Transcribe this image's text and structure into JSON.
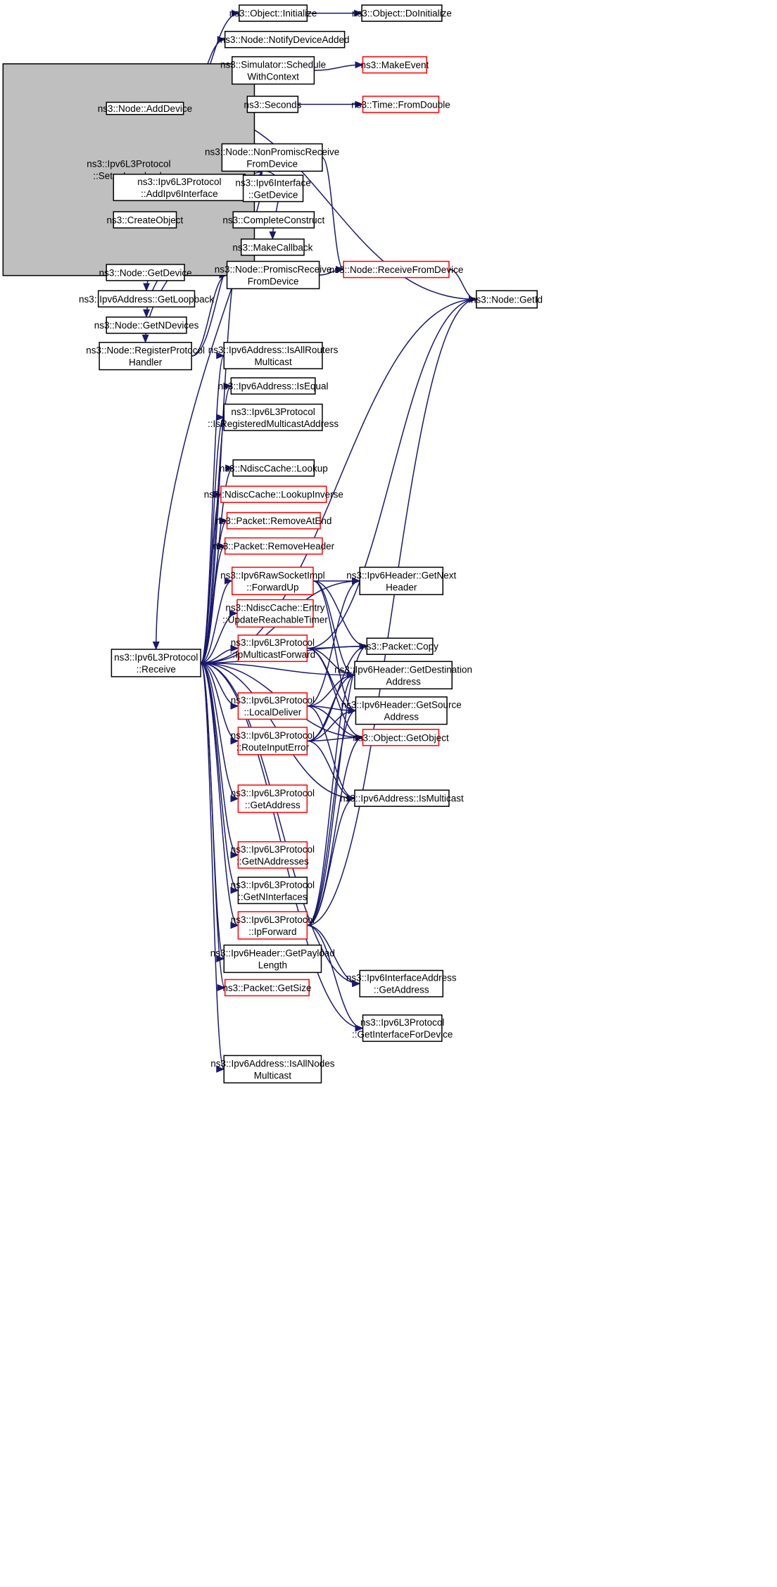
{
  "colors": {
    "edge": "#191970",
    "root_fill": "#bfbfbf",
    "red_border": "#ff0000",
    "black_border": "#000000"
  },
  "nodes": [
    {
      "id": "root",
      "lines": [
        "ns3::Ipv6L3Protocol",
        "::SetupLoopback"
      ],
      "style": "root"
    },
    {
      "id": "adddevice",
      "lines": [
        "ns3::Node::AddDevice"
      ],
      "style": "black"
    },
    {
      "id": "addipv6",
      "lines": [
        "ns3::Ipv6L3Protocol",
        "::AddIpv6Interface"
      ],
      "style": "black"
    },
    {
      "id": "createobj",
      "lines": [
        "ns3::CreateObject"
      ],
      "style": "black"
    },
    {
      "id": "getdevice",
      "lines": [
        "ns3::Node::GetDevice"
      ],
      "style": "black"
    },
    {
      "id": "getloopback",
      "lines": [
        "ns3::Ipv6Address::GetLoopback"
      ],
      "style": "black"
    },
    {
      "id": "getndevices",
      "lines": [
        "ns3::Node::GetNDevices"
      ],
      "style": "black"
    },
    {
      "id": "registerph",
      "lines": [
        "ns3::Node::RegisterProtocol",
        "Handler"
      ],
      "style": "black"
    },
    {
      "id": "receive",
      "lines": [
        "ns3::Ipv6L3Protocol",
        "::Receive"
      ],
      "style": "black"
    },
    {
      "id": "objinit",
      "lines": [
        "ns3::Object::Initialize"
      ],
      "style": "black"
    },
    {
      "id": "notifydev",
      "lines": [
        "ns3::Node::NotifyDeviceAdded"
      ],
      "style": "black"
    },
    {
      "id": "schedctx",
      "lines": [
        "ns3::Simulator::Schedule",
        "WithContext"
      ],
      "style": "black"
    },
    {
      "id": "seconds",
      "lines": [
        "ns3::Seconds"
      ],
      "style": "black"
    },
    {
      "id": "nonpromisc",
      "lines": [
        "ns3::Node::NonPromiscReceive",
        "FromDevice"
      ],
      "style": "black"
    },
    {
      "id": "ifgetdevice",
      "lines": [
        "ns3::Ipv6Interface",
        "::GetDevice"
      ],
      "style": "black"
    },
    {
      "id": "completeconstruct",
      "lines": [
        "ns3::CompleteConstruct"
      ],
      "style": "black"
    },
    {
      "id": "makecallback",
      "lines": [
        "ns3::MakeCallback"
      ],
      "style": "black"
    },
    {
      "id": "promisc",
      "lines": [
        "ns3::Node::PromiscReceive",
        "FromDevice"
      ],
      "style": "black"
    },
    {
      "id": "isallrouters",
      "lines": [
        "ns3::Ipv6Address::IsAllRouters",
        "Multicast"
      ],
      "style": "black"
    },
    {
      "id": "isequal",
      "lines": [
        "ns3::Ipv6Address::IsEqual"
      ],
      "style": "black"
    },
    {
      "id": "isregmc",
      "lines": [
        "ns3::Ipv6L3Protocol",
        "::IsRegisteredMulticastAddress"
      ],
      "style": "black"
    },
    {
      "id": "ndlookup",
      "lines": [
        "ns3::NdiscCache::Lookup"
      ],
      "style": "black"
    },
    {
      "id": "ndlookupinv",
      "lines": [
        "ns3::NdiscCache::LookupInverse"
      ],
      "style": "red"
    },
    {
      "id": "removeatend",
      "lines": [
        "ns3::Packet::RemoveAtEnd"
      ],
      "style": "red"
    },
    {
      "id": "removeheader",
      "lines": [
        "ns3::Packet::RemoveHeader"
      ],
      "style": "red"
    },
    {
      "id": "forwardup",
      "lines": [
        "ns3::Ipv6RawSocketImpl",
        "::ForwardUp"
      ],
      "style": "red"
    },
    {
      "id": "updreach",
      "lines": [
        "ns3::NdiscCache::Entry",
        "::UpdateReachableTimer"
      ],
      "style": "red"
    },
    {
      "id": "ipmcfwd",
      "lines": [
        "ns3::Ipv6L3Protocol",
        "::IpMulticastForward"
      ],
      "style": "red"
    },
    {
      "id": "localdeliver",
      "lines": [
        "ns3::Ipv6L3Protocol",
        "::LocalDeliver"
      ],
      "style": "red"
    },
    {
      "id": "routeinerr",
      "lines": [
        "ns3::Ipv6L3Protocol",
        "::RouteInputError"
      ],
      "style": "red"
    },
    {
      "id": "getaddress",
      "lines": [
        "ns3::Ipv6L3Protocol",
        "::GetAddress"
      ],
      "style": "red"
    },
    {
      "id": "getnaddr",
      "lines": [
        "ns3::Ipv6L3Protocol",
        "::GetNAddresses"
      ],
      "style": "red"
    },
    {
      "id": "getnif",
      "lines": [
        "ns3::Ipv6L3Protocol",
        "::GetNInterfaces"
      ],
      "style": "black"
    },
    {
      "id": "ipforward",
      "lines": [
        "ns3::Ipv6L3Protocol",
        "::IpForward"
      ],
      "style": "red"
    },
    {
      "id": "getpayload",
      "lines": [
        "ns3::Ipv6Header::GetPayload",
        "Length"
      ],
      "style": "black"
    },
    {
      "id": "getsize",
      "lines": [
        "ns3::Packet::GetSize"
      ],
      "style": "red"
    },
    {
      "id": "isallnodes",
      "lines": [
        "ns3::Ipv6Address::IsAllNodes",
        "Multicast"
      ],
      "style": "black"
    },
    {
      "id": "doinit",
      "lines": [
        "ns3::Object::DoInitialize"
      ],
      "style": "black"
    },
    {
      "id": "makeevent",
      "lines": [
        "ns3::MakeEvent"
      ],
      "style": "red"
    },
    {
      "id": "fromdouble",
      "lines": [
        "ns3::Time::FromDouble"
      ],
      "style": "red"
    },
    {
      "id": "recvfromdev",
      "lines": [
        "ns3::Node::ReceiveFromDevice"
      ],
      "style": "red"
    },
    {
      "id": "getid",
      "lines": [
        "ns3::Node::GetId"
      ],
      "style": "black"
    },
    {
      "id": "getnext",
      "lines": [
        "ns3::Ipv6Header::GetNext",
        "Header"
      ],
      "style": "black"
    },
    {
      "id": "pktcopy",
      "lines": [
        "ns3::Packet::Copy"
      ],
      "style": "black"
    },
    {
      "id": "getdest",
      "lines": [
        "ns3::Ipv6Header::GetDestination",
        "Address"
      ],
      "style": "black"
    },
    {
      "id": "getsrc",
      "lines": [
        "ns3::Ipv6Header::GetSource",
        "Address"
      ],
      "style": "black"
    },
    {
      "id": "getobject",
      "lines": [
        "ns3::Object::GetObject"
      ],
      "style": "red"
    },
    {
      "id": "ismulticast",
      "lines": [
        "ns3::Ipv6Address::IsMulticast"
      ],
      "style": "black"
    },
    {
      "id": "ifaddrget",
      "lines": [
        "ns3::Ipv6InterfaceAddress",
        "::GetAddress"
      ],
      "style": "black"
    },
    {
      "id": "getiffordev",
      "lines": [
        "ns3::Ipv6L3Protocol",
        "::GetInterfaceForDevice"
      ],
      "style": "black"
    }
  ],
  "edges": [
    [
      "root",
      "adddevice"
    ],
    [
      "root",
      "addipv6"
    ],
    [
      "root",
      "createobj"
    ],
    [
      "root",
      "makecallback"
    ],
    [
      "root",
      "getdevice"
    ],
    [
      "root",
      "getloopback"
    ],
    [
      "root",
      "getndevices"
    ],
    [
      "root",
      "registerph"
    ],
    [
      "root",
      "receive"
    ],
    [
      "adddevice",
      "objinit"
    ],
    [
      "adddevice",
      "notifydev"
    ],
    [
      "adddevice",
      "schedctx"
    ],
    [
      "adddevice",
      "seconds"
    ],
    [
      "adddevice",
      "nonpromisc"
    ],
    [
      "adddevice",
      "makecallback"
    ],
    [
      "adddevice",
      "getid"
    ],
    [
      "addipv6",
      "ifgetdevice"
    ],
    [
      "createobj",
      "completeconstruct"
    ],
    [
      "registerph",
      "makecallback"
    ],
    [
      "registerph",
      "promisc"
    ],
    [
      "objinit",
      "doinit"
    ],
    [
      "schedctx",
      "makeevent"
    ],
    [
      "seconds",
      "fromdouble"
    ],
    [
      "nonpromisc",
      "recvfromdev"
    ],
    [
      "promisc",
      "recvfromdev"
    ],
    [
      "recvfromdev",
      "getid"
    ],
    [
      "receive",
      "getid"
    ],
    [
      "receive",
      "getnext"
    ],
    [
      "receive",
      "isallrouters"
    ],
    [
      "receive",
      "isequal"
    ],
    [
      "receive",
      "isregmc"
    ],
    [
      "receive",
      "pktcopy"
    ],
    [
      "receive",
      "makecallback"
    ],
    [
      "receive",
      "ndlookup"
    ],
    [
      "receive",
      "ndlookupinv"
    ],
    [
      "receive",
      "removeatend"
    ],
    [
      "receive",
      "removeheader"
    ],
    [
      "receive",
      "forwardup"
    ],
    [
      "receive",
      "updreach"
    ],
    [
      "receive",
      "ipmcfwd"
    ],
    [
      "receive",
      "getdest"
    ],
    [
      "receive",
      "localdeliver"
    ],
    [
      "receive",
      "getobject"
    ],
    [
      "receive",
      "routeinerr"
    ],
    [
      "receive",
      "getaddress"
    ],
    [
      "receive",
      "ismulticast"
    ],
    [
      "receive",
      "getnaddr"
    ],
    [
      "receive",
      "getnif"
    ],
    [
      "receive",
      "ipforward"
    ],
    [
      "receive",
      "getpayload"
    ],
    [
      "receive",
      "getsize"
    ],
    [
      "receive",
      "ifaddrget"
    ],
    [
      "receive",
      "getiffordev"
    ],
    [
      "receive",
      "isallnodes"
    ],
    [
      "forwardup",
      "getnext"
    ],
    [
      "forwardup",
      "pktcopy"
    ],
    [
      "forwardup",
      "getdest"
    ],
    [
      "forwardup",
      "getsrc"
    ],
    [
      "ipmcfwd",
      "pktcopy"
    ],
    [
      "ipmcfwd",
      "getdest"
    ],
    [
      "ipmcfwd",
      "getsrc"
    ],
    [
      "ipmcfwd",
      "getobject"
    ],
    [
      "ipmcfwd",
      "getid"
    ],
    [
      "localdeliver",
      "getnext"
    ],
    [
      "localdeliver",
      "getdest"
    ],
    [
      "localdeliver",
      "getsrc"
    ],
    [
      "localdeliver",
      "getobject"
    ],
    [
      "localdeliver",
      "ismulticast"
    ],
    [
      "routeinerr",
      "pktcopy"
    ],
    [
      "routeinerr",
      "getdest"
    ],
    [
      "routeinerr",
      "getsrc"
    ],
    [
      "routeinerr",
      "getobject"
    ],
    [
      "routeinerr",
      "ismulticast"
    ],
    [
      "ipforward",
      "pktcopy"
    ],
    [
      "ipforward",
      "getdest"
    ],
    [
      "ipforward",
      "getsrc"
    ],
    [
      "ipforward",
      "getobject"
    ],
    [
      "ipforward",
      "ismulticast"
    ],
    [
      "ipforward",
      "getid"
    ],
    [
      "ipforward",
      "ifaddrget"
    ],
    [
      "ipforward",
      "getiffordev"
    ]
  ]
}
